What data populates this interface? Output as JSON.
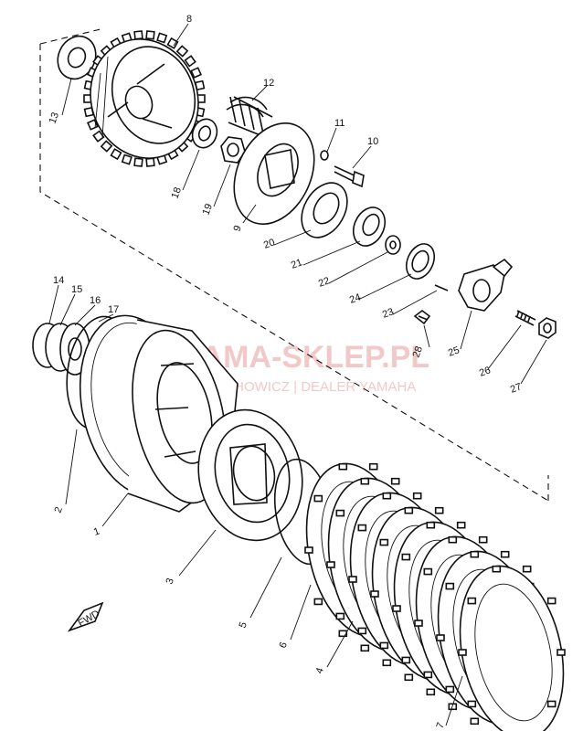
{
  "watermark": {
    "brand": "YAMA-SKLEP.PL",
    "sub": "W. BOCHOWICZ | DEALER YAMAHA",
    "color": "#f2c9c9"
  },
  "callouts": [
    {
      "id": "8",
      "text": "8"
    },
    {
      "id": "13",
      "text": "13"
    },
    {
      "id": "12",
      "text": "12"
    },
    {
      "id": "11",
      "text": "11"
    },
    {
      "id": "10",
      "text": "10"
    },
    {
      "id": "18",
      "text": "18"
    },
    {
      "id": "19",
      "text": "19"
    },
    {
      "id": "9",
      "text": "9"
    },
    {
      "id": "20",
      "text": "20"
    },
    {
      "id": "21",
      "text": "21"
    },
    {
      "id": "22",
      "text": "22"
    },
    {
      "id": "24",
      "text": "24"
    },
    {
      "id": "23",
      "text": "23"
    },
    {
      "id": "14",
      "text": "14"
    },
    {
      "id": "15",
      "text": "15"
    },
    {
      "id": "16",
      "text": "16"
    },
    {
      "id": "17",
      "text": "17"
    },
    {
      "id": "28",
      "text": "28"
    },
    {
      "id": "25",
      "text": "25"
    },
    {
      "id": "26",
      "text": "26"
    },
    {
      "id": "27",
      "text": "27"
    },
    {
      "id": "2",
      "text": "2"
    },
    {
      "id": "1",
      "text": "1"
    },
    {
      "id": "3",
      "text": "3"
    },
    {
      "id": "5",
      "text": "5"
    },
    {
      "id": "6",
      "text": "6"
    },
    {
      "id": "4",
      "text": "4"
    },
    {
      "id": "7",
      "text": "7"
    }
  ],
  "arrow": {
    "label": "FWD"
  }
}
